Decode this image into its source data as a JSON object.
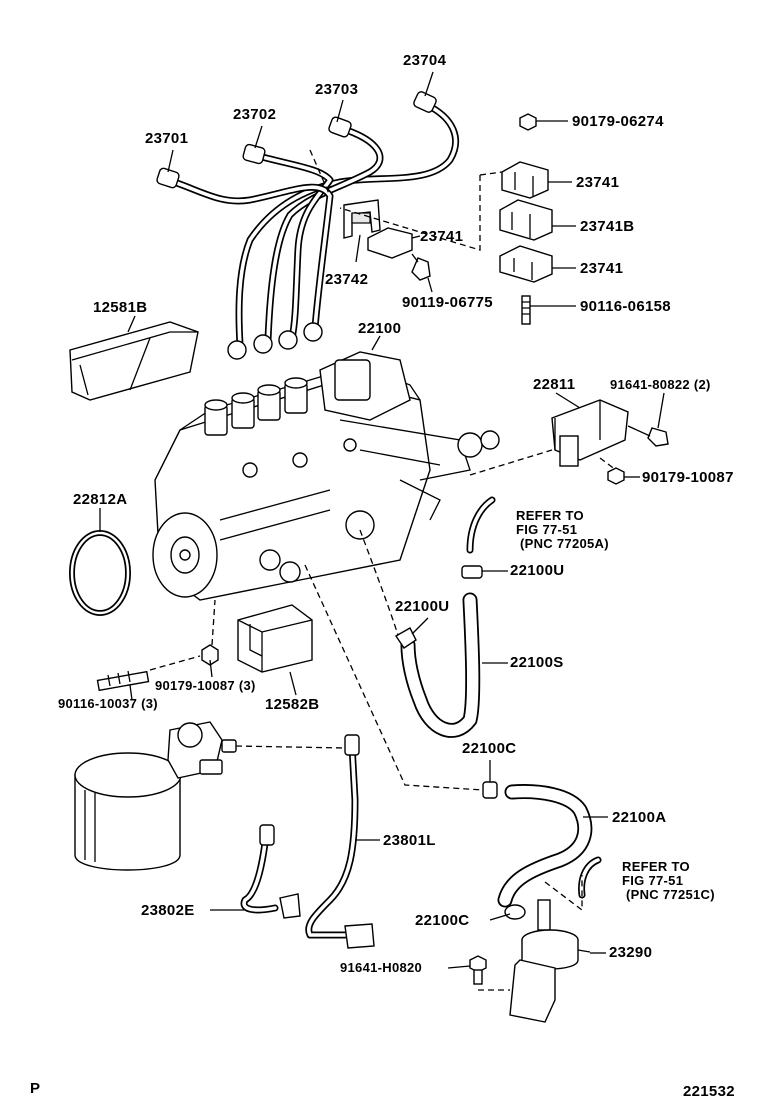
{
  "diagram": {
    "part_numbers": {
      "p23704": "23704",
      "p23703": "23703",
      "p23702": "23702",
      "p23701": "23701",
      "p90179_06274": "90179-06274",
      "p23741_a": "23741",
      "p23741_b": "23741",
      "p23741B": "23741B",
      "p23741_c": "23741",
      "p23742": "23742",
      "p90119_06775": "90119-06775",
      "p90116_06158": "90116-06158",
      "p12581B": "12581B",
      "p22100": "22100",
      "p22811": "22811",
      "p91641_80822": "91641-80822 (2)",
      "p90179_10087": "90179-10087",
      "p22812A": "22812A",
      "p22100U_a": "22100U",
      "p22100U_b": "22100U",
      "p22100S": "22100S",
      "p90179_10087_3": "90179-10087 (3)",
      "p90116_10037": "90116-10037 (3)",
      "p12582B": "12582B",
      "p22100C_a": "22100C",
      "p22100A": "22100A",
      "p23801L": "23801L",
      "p23802E": "23802E",
      "p22100C_b": "22100C",
      "p23290": "23290",
      "p91641_H0820": "91641-H0820"
    },
    "references": {
      "ref1": {
        "line1": "REFER TO",
        "line2": "FIG 77-51",
        "line3": "(PNC 77205A)"
      },
      "ref2": {
        "line1": "REFER TO",
        "line2": "FIG 77-51",
        "line3": "(PNC 77251C)"
      }
    },
    "corner_mark": "P",
    "figure_number": "221532"
  }
}
